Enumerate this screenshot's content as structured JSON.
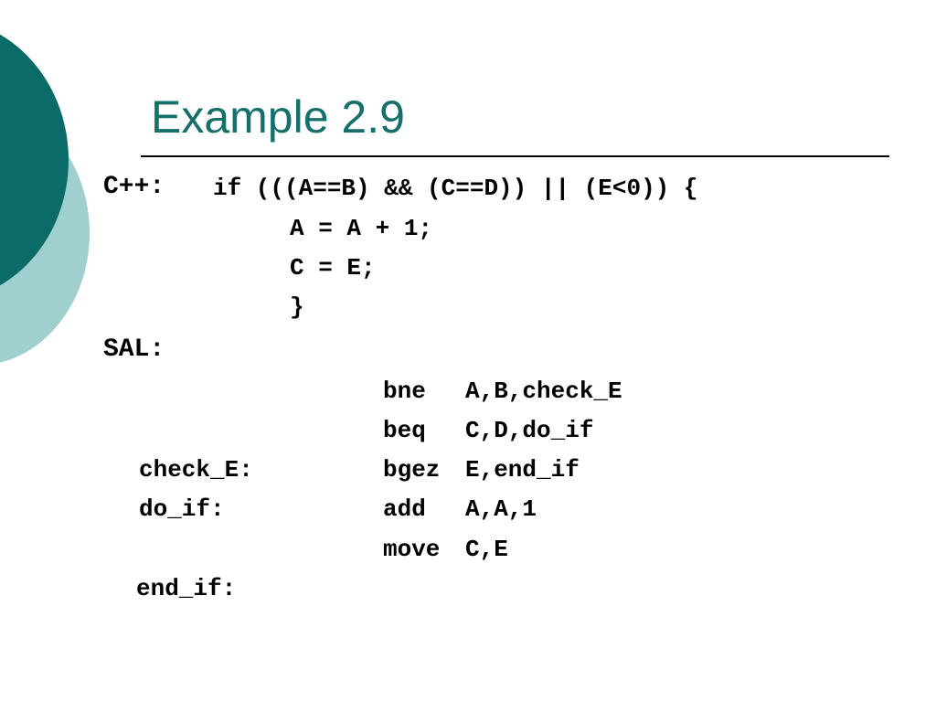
{
  "slide": {
    "title": "Example 2.9",
    "cpp": {
      "label": "C++:",
      "lines": [
        "if (((A==B) && (C==D)) || (E<0)) {",
        "A = A + 1;",
        "C = E;",
        "}"
      ]
    },
    "sal": {
      "label": "SAL:",
      "rows": [
        {
          "label": "",
          "op": "bne",
          "args": "A,B,check_E"
        },
        {
          "label": "",
          "op": "beq",
          "args": "C,D,do_if"
        },
        {
          "label": "check_E:",
          "op": "bgez",
          "args": "E,end_if"
        },
        {
          "label": "do_if:",
          "op": "add",
          "args": "A,A,1"
        },
        {
          "label": "",
          "op": "move",
          "args": "C,E"
        },
        {
          "label": "end_if:",
          "op": "",
          "args": ""
        }
      ]
    }
  },
  "colors": {
    "title": "#15706c",
    "circle_dark": "#0b6b68",
    "circle_light": "#9fcfcf"
  }
}
